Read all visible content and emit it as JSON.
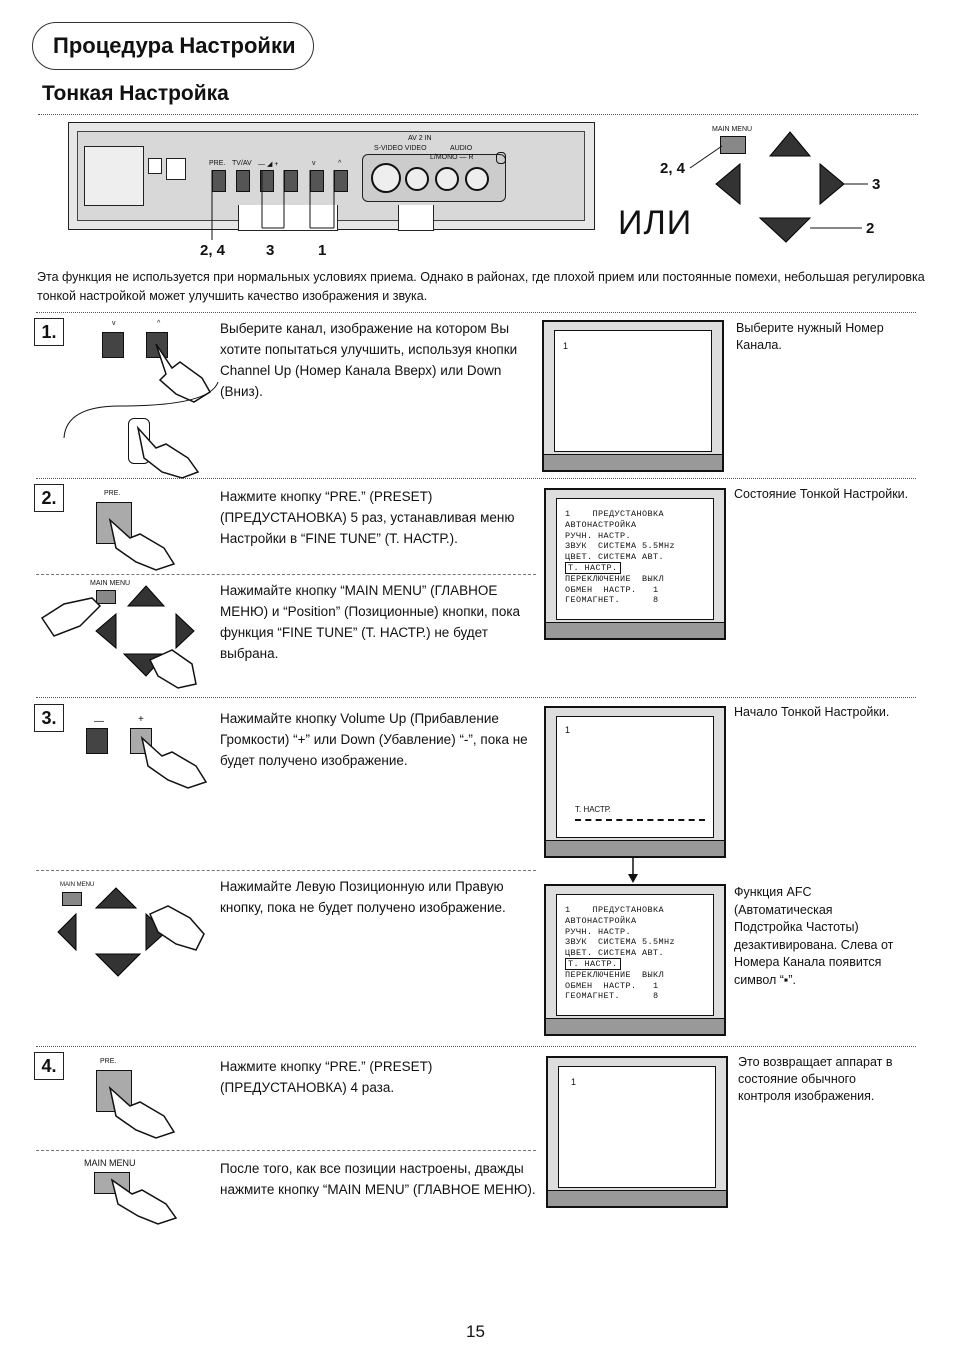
{
  "header": {
    "title": "Процедура Настройки",
    "subtitle": "Тонкая Настройка"
  },
  "panel": {
    "labels": {
      "pre": "PRE.",
      "tvav": "TV/AV",
      "vol": "— ◢ +",
      "ch_down": "v",
      "ch_up": "^",
      "av": "AV 2 IN",
      "svideo": "S-VIDEO  VIDEO",
      "audio": "AUDIO",
      "lmono": "L/MONO — R"
    },
    "callouts": {
      "left": "2, 4",
      "mid": "3",
      "right": "1"
    }
  },
  "remote": {
    "main_menu": "MAIN MENU",
    "callout_mm": "2, 4",
    "callout_right": "3",
    "callout_down": "2",
    "or": "ИЛИ"
  },
  "intro": "Эта функция не используется при нормальных условиях приема. Однако в районах, где плохой прием или постоянные помехи, небольшая регулировка тонкой настройкой может улучшить качество изображения и звука.",
  "steps": {
    "s1": {
      "num": "1.",
      "btn_labels": [
        "v",
        "^"
      ],
      "text": "Выберите канал, изображение на котором Вы хотите попытаться улучшить, используя кнопки Channel Up (Номер Канала Вверх) или Down (Вниз).",
      "tv_channel": "1",
      "note": "Выберите нужный Номер Канала."
    },
    "s2": {
      "num": "2.",
      "btn_label": "PRE.",
      "text": "Нажмите кнопку “PRE.” (PRESET) (ПРЕДУСТАНОВКА) 5 раз, устанавливая меню Настройки в “FINE TUNE” (Т. НАСТР.).",
      "note": "Состояние Тонкой Настройки.",
      "mm_label": "MAIN MENU",
      "text2": "Нажимайте кнопку “MAIN MENU” (ГЛАВНОЕ МЕНЮ) и “Position” (Позиционные) кнопки, пока функция “FINE TUNE” (Т. НАСТР.) не будет выбрана.",
      "menu": [
        "1    ПРЕДУСТАНОВКА",
        "АВТОНАСТРОЙКА",
        "РУЧН. НАСТР.",
        "ЗВУК  СИСТЕМА 5.5MHz",
        "ЦВЕТ. СИСТЕМА АВТ.",
        "Т. НАСТР.",
        "ПЕРЕКЛЮЧЕНИЕ  ВЫКЛ",
        "ОБМЕН  НАСТР.   1",
        "ГЕОМАГНЕТ.      8"
      ]
    },
    "s3": {
      "num": "3.",
      "btn_labels": [
        "—",
        "+"
      ],
      "text": "Нажимайте кнопку Volume Up (Прибавление Громкости) “+” или Down (Убавление) “-”, пока не будет получено изображение.",
      "note": "Начало Тонкой Настройки.",
      "tv_channel": "1",
      "tv_label": "Т. НАСТР.",
      "mm_label": "MAIN MENU",
      "text2": "Нажимайте Левую Позиционную или Правую кнопку, пока не будет получено изображение.",
      "note2": "Функция AFC (Автоматическая Подстройка Частоты) дезактивирована. Слева от Номера Канала появится символ “▪”.",
      "menu": [
        "1    ПРЕДУСТАНОВКА",
        "АВТОНАСТРОЙКА",
        "РУЧН. НАСТР.",
        "ЗВУК  СИСТЕМА 5.5MHz",
        "ЦВЕТ. СИСТЕМА АВТ.",
        "Т. НАСТР.",
        "ПЕРЕКЛЮЧЕНИЕ  ВЫКЛ",
        "ОБМЕН  НАСТР.   1",
        "ГЕОМАГНЕТ.      8"
      ]
    },
    "s4": {
      "num": "4.",
      "btn_label": "PRE.",
      "text": "Нажмите кнопку “PRE.” (PRESET) (ПРЕДУСТАНОВКА) 4 раза.",
      "note": "Это возвращает аппарат в состояние обычного контроля изображения.",
      "tv_channel": "1",
      "mm_label": "MAIN MENU",
      "text2": "После того, как все позиции настроены, дважды нажмите кнопку “MAIN MENU” (ГЛАВНОЕ МЕНЮ)."
    }
  },
  "page_number": "15"
}
